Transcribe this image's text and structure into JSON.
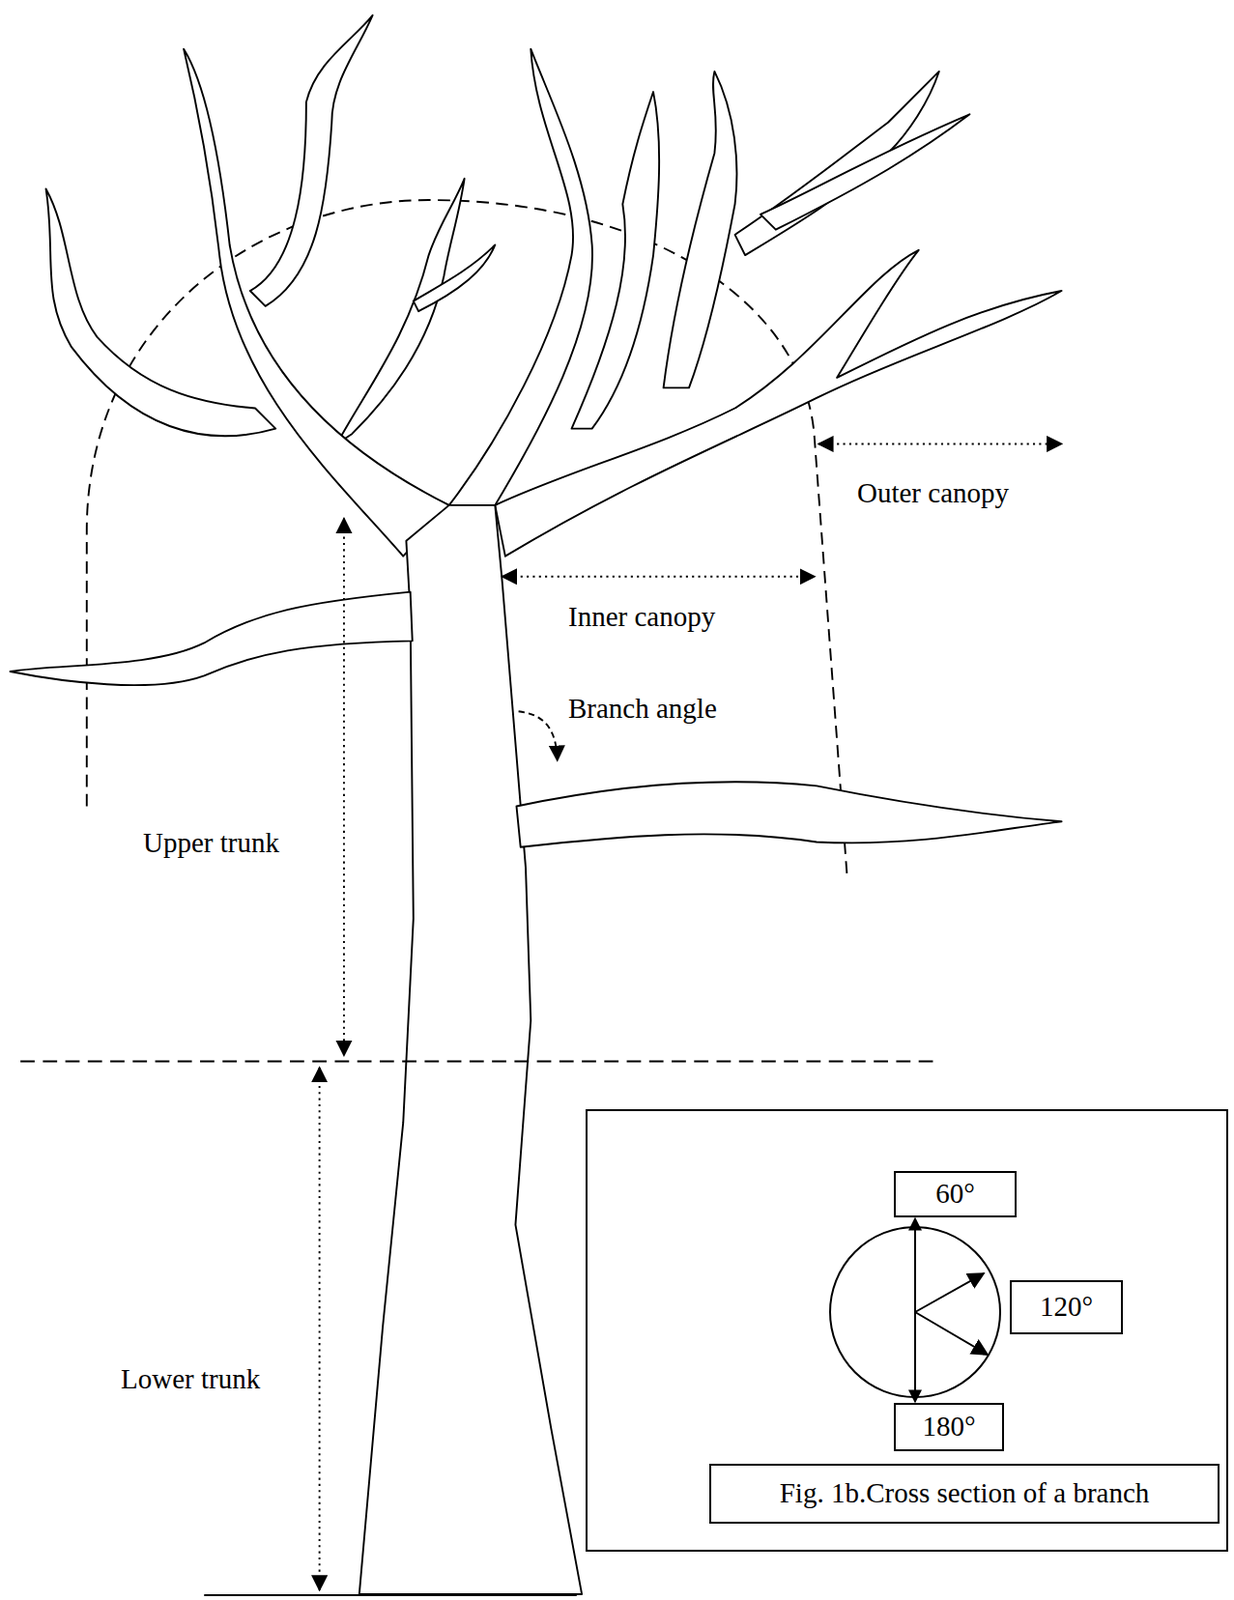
{
  "diagram": {
    "nodes": [
      {
        "text": [
          "60°"
        ]
      },
      {
        "text": [
          "120°"
        ]
      },
      {
        "text": [
          "180°"
        ]
      },
      {
        "text": [
          "Fig. 1b.Cross section of a branch"
        ]
      }
    ],
    "edges": [
      {
        "from": 0,
        "to": 2,
        "arrow": "both"
      }
    ],
    "labels": [
      "Outer canopy",
      "Inner canopy",
      "Branch angle",
      "Upper trunk",
      "Lower trunk"
    ]
  }
}
